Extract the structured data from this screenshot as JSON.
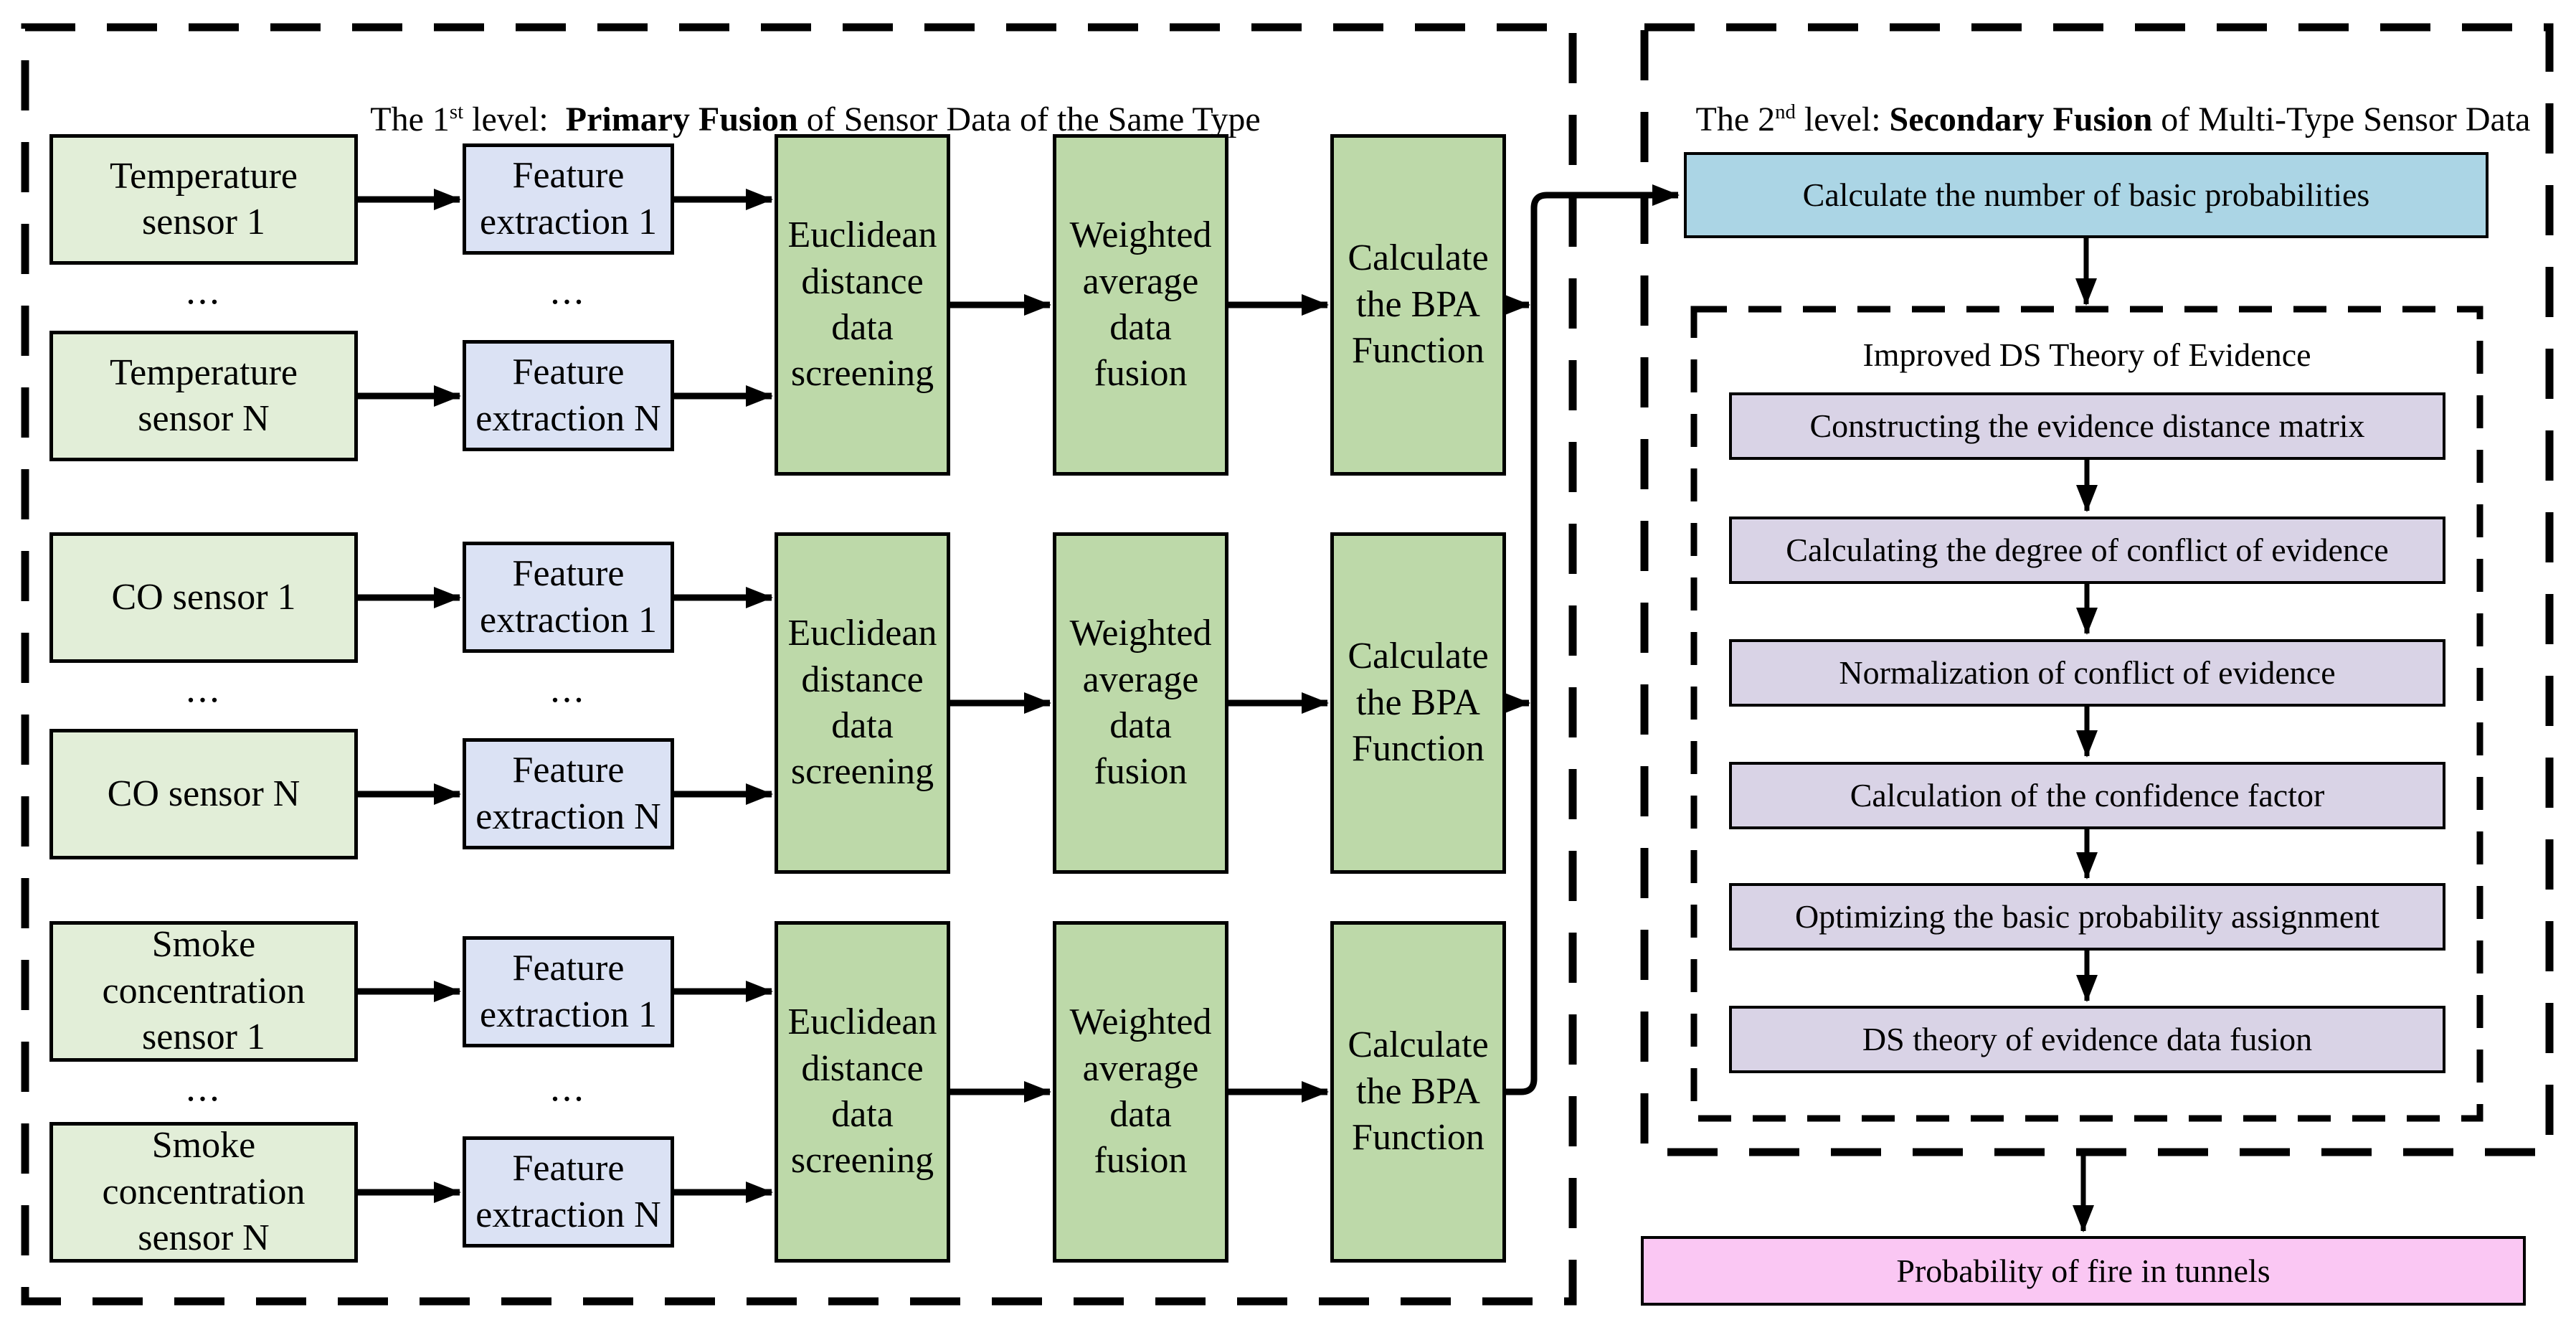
{
  "colors": {
    "sensor_box": "#e2eed8",
    "feature_box": "#dbe2f4",
    "process_box": "#bdd9a9",
    "calc_box": "#abd5e5",
    "step_box": "#d9d3e6",
    "output_box": "#fac7f3",
    "line": "#000000"
  },
  "level1": {
    "title": {
      "prefix": "The 1",
      "sup": "st",
      "mid": " level:  ",
      "bold": "Primary Fusion",
      "rest": " of Sensor Data of the Same Type"
    },
    "ellipsis": "...",
    "groups": [
      {
        "sensor_first": "Temperature\nsensor 1",
        "sensor_last": "Temperature\nsensor N",
        "feature_first": "Feature\nextraction 1",
        "feature_last": "Feature\nextraction N",
        "screening": "Euclidean\ndistance\ndata\nscreening",
        "fusion": "Weighted\naverage\ndata\nfusion",
        "bpa": "Calculate\nthe BPA\nFunction"
      },
      {
        "sensor_first": "CO sensor 1",
        "sensor_last": "CO sensor N",
        "feature_first": "Feature\nextraction 1",
        "feature_last": "Feature\nextraction N",
        "screening": "Euclidean\ndistance\ndata\nscreening",
        "fusion": "Weighted\naverage\ndata\nfusion",
        "bpa": "Calculate\nthe BPA\nFunction"
      },
      {
        "sensor_first": "Smoke\nconcentration\nsensor 1",
        "sensor_last": "Smoke\nconcentration\nsensor N",
        "feature_first": "Feature\nextraction 1",
        "feature_last": "Feature\nextraction N",
        "screening": "Euclidean\ndistance\ndata\nscreening",
        "fusion": "Weighted\naverage\ndata\nfusion",
        "bpa": "Calculate\nthe BPA\nFunction"
      }
    ]
  },
  "level2": {
    "title": {
      "prefix": "The 2",
      "sup": "nd",
      "mid": " level: ",
      "bold": "Secondary Fusion",
      "rest": " of Multi-Type Sensor Data"
    },
    "calc_label": "Calculate the number of basic probabilities",
    "ds_title": "Improved DS Theory of Evidence",
    "steps": [
      "Constructing the evidence distance matrix",
      "Calculating the degree of conflict of evidence",
      "Normalization of conflict of evidence",
      "Calculation of the confidence factor",
      "Optimizing the basic probability assignment",
      "DS theory of evidence data fusion"
    ],
    "output_label": "Probability of fire in tunnels"
  }
}
